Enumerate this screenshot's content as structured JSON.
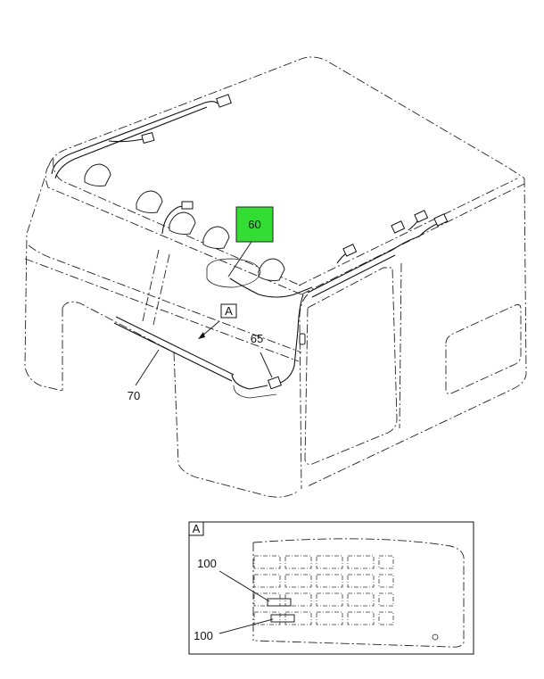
{
  "callouts": {
    "c60": "60",
    "c65": "65",
    "c70": "70",
    "view_ref": "A",
    "c100_top": "100",
    "c100_bottom": "100"
  },
  "detail": {
    "title": "A"
  },
  "colors": {
    "highlight": "#33dd33",
    "line": "#222222"
  }
}
